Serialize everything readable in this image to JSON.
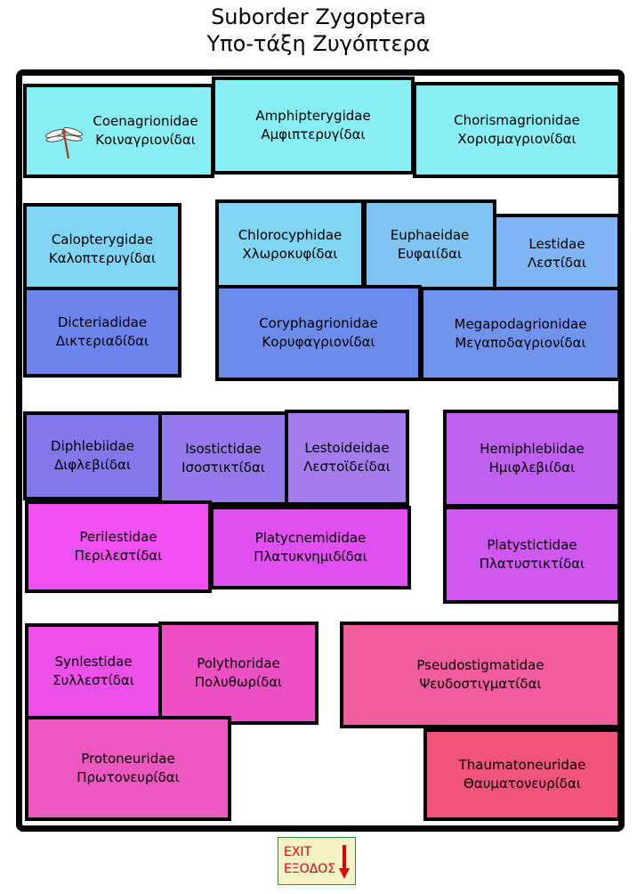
{
  "title": {
    "line1": "Suborder Zygoptera",
    "line2": "Υπο-τάξη Ζυγόπτερα"
  },
  "rooms": [
    {
      "id": "coenagrionidae",
      "latin": "Coenagrionidae",
      "greek": "Κοιναγριονίδαι",
      "color": "#88f0f4"
    },
    {
      "id": "amphipterygidae",
      "latin": "Amphipterygidae",
      "greek": "Αμφιπτερυγίδαι",
      "color": "#88f0f4"
    },
    {
      "id": "chorismagrionidae",
      "latin": "Chorismagrionidae",
      "greek": "Χορισμαγριονίδαι",
      "color": "#88f0f4"
    },
    {
      "id": "calopterygidae",
      "latin": "Calopterygidae",
      "greek": "Καλοπτερυγίδαι",
      "color": "#80d4f4"
    },
    {
      "id": "chlorocyphidae",
      "latin": "Chlorocyphidae",
      "greek": "Χλωροκυφίδαι",
      "color": "#80d4f4"
    },
    {
      "id": "euphaeidae",
      "latin": "Euphaeidae",
      "greek": "Ευφαιίδαι",
      "color": "#80c4f4"
    },
    {
      "id": "lestidae",
      "latin": "Lestidae",
      "greek": "Λεστίδαι",
      "color": "#80b4f4"
    },
    {
      "id": "dicteriadidae",
      "latin": "Dicteriadidae",
      "greek": "Δικτεριαδίδαι",
      "color": "#6c84ec"
    },
    {
      "id": "coryphagrionidae",
      "latin": "Coryphagrionidae",
      "greek": "Κορυφαγριονίδαι",
      "color": "#6c8cec"
    },
    {
      "id": "megapodagrionidae",
      "latin": "Megapodagrionidae",
      "greek": "Μεγαποδαγριονίδαι",
      "color": "#7094ee"
    },
    {
      "id": "diphlebiidae",
      "latin": "Diphlebiidae",
      "greek": "Διφλεβιίδαι",
      "color": "#8278ec"
    },
    {
      "id": "isostictidae",
      "latin": "Isostictidae",
      "greek": "Ισοστικτίδαι",
      "color": "#9478ec"
    },
    {
      "id": "lestoideidae",
      "latin": "Lestoideidae",
      "greek": "Λεστοϊδείδαι",
      "color": "#a47cec"
    },
    {
      "id": "hemiphlebiidae",
      "latin": "Hemiphlebiidae",
      "greek": "Ημιφλεβιίδαι",
      "color": "#c060f0"
    },
    {
      "id": "perilestidae",
      "latin": "Perilestidae",
      "greek": "Περιλεστίδαι",
      "color": "#f050f0"
    },
    {
      "id": "platycnemididae",
      "latin": "Platycnemididae",
      "greek": "Πλατυκνημιδίδαι",
      "color": "#e050f0"
    },
    {
      "id": "platystictidae",
      "latin": "Platystictidae",
      "greek": "Πλατυστικτίδαι",
      "color": "#d058f0"
    },
    {
      "id": "synlestidae",
      "latin": "Synlestidae",
      "greek": "Συλλεστίδαι",
      "color": "#ec50e8"
    },
    {
      "id": "polythoridae",
      "latin": "Polythoridae",
      "greek": "Πολυθωρίδαι",
      "color": "#ec50c4"
    },
    {
      "id": "pseudostigmatidae",
      "latin": "Pseudostigmatidae",
      "greek": "Ψευδοστιγματίδαι",
      "color": "#f05c9c"
    },
    {
      "id": "protoneuridae",
      "latin": "Protoneuridae",
      "greek": "Πρωτονευρίδαι",
      "color": "#ec58c0"
    },
    {
      "id": "thaumatoneuridae",
      "latin": "Thaumatoneuridae",
      "greek": "Θαυματονευρίδαι",
      "color": "#f05478"
    }
  ],
  "exit": {
    "label_en": "EXIT",
    "label_gr": "ΕΞΟΔΟΣ",
    "color": "#e00000"
  },
  "icons": {
    "dragonfly": "dragonfly-icon",
    "exit_arrow": "arrow-down-icon"
  }
}
